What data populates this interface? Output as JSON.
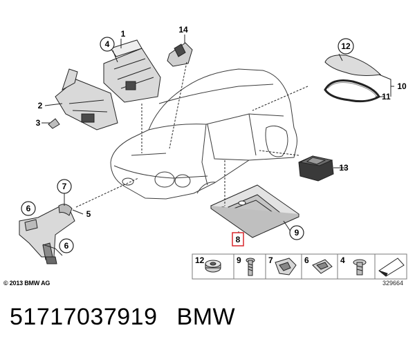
{
  "callouts": {
    "c1": "1",
    "c2": "2",
    "c3": "3",
    "c4": "4",
    "c5": "5",
    "c6a": "6",
    "c6b": "6",
    "c7": "7",
    "c8": "8",
    "c9": "9",
    "c10": "10",
    "c11": "11",
    "c12": "12",
    "c13": "13",
    "c14": "14"
  },
  "legend": {
    "items": [
      "12",
      "9",
      "7",
      "6",
      "4"
    ]
  },
  "copyright": "© 2013 BMW AG",
  "reference_number": "329664",
  "footer": {
    "part_number": "51717037919",
    "brand": "BMW"
  },
  "colors": {
    "line": "#222222",
    "part_fill": "#d9d9d9",
    "part_dark": "#4a4a4a",
    "highlight_box": "#d9262c",
    "legend_border": "#7a7a7a"
  }
}
